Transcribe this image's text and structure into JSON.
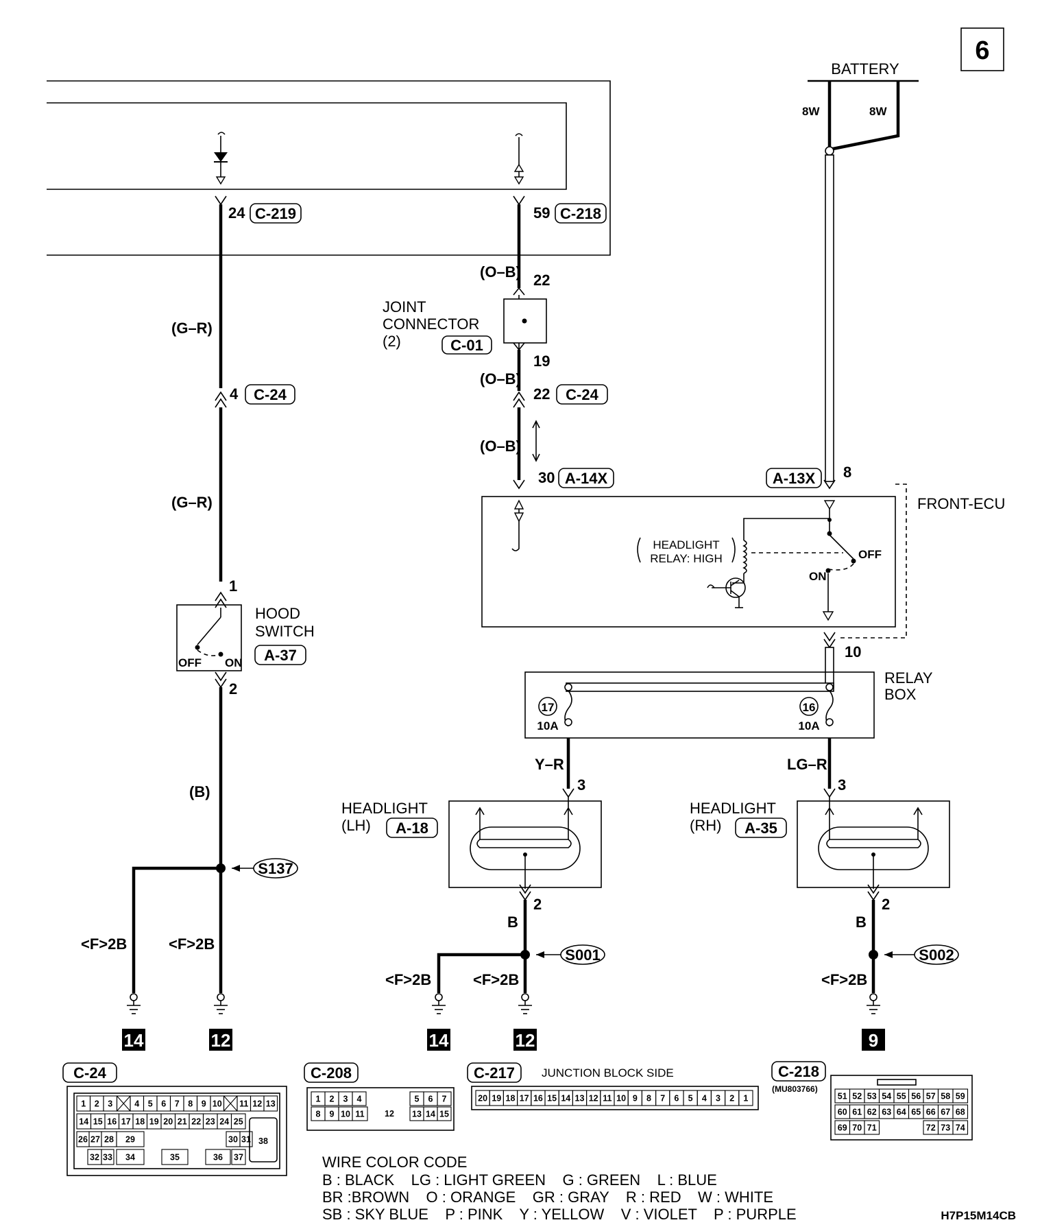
{
  "page_number": "6",
  "battery": {
    "label": "BATTERY",
    "wire_left": "8W",
    "wire_right": "8W"
  },
  "upper_module": {
    "left_pin": "24",
    "left_connector": "C-219",
    "right_pin": "59",
    "right_connector": "C-218"
  },
  "joint_connector": {
    "label_line1": "JOINT",
    "label_line2": "CONNECTOR",
    "label_line3": "(2)",
    "connector": "C-01",
    "pin_in": "22",
    "pin_out": "19"
  },
  "wires": {
    "g_r_1": "(G–R)",
    "g_r_2": "(G–R)",
    "b_hood": "(B)",
    "o_b_1": "(O–B)",
    "o_b_2": "(O–B)",
    "o_b_3": "(O–B)",
    "y_r": "Y–R",
    "lg_r": "LG–R",
    "b_lh": "B",
    "b_rh": "B"
  },
  "c24_left": {
    "pin": "4",
    "connector": "C-24"
  },
  "c24_right": {
    "pin": "22",
    "connector": "C-24"
  },
  "a14x": {
    "pin": "30",
    "connector": "A-14X"
  },
  "a13x": {
    "pin": "8",
    "connector": "A-13X"
  },
  "front_ecu": {
    "label": "FRONT-ECU",
    "relay_line1": "HEADLIGHT",
    "relay_line2": "RELAY: HIGH",
    "sw_off": "OFF",
    "sw_on": "ON",
    "pin_out": "10"
  },
  "hood_switch": {
    "label_line1": "HOOD",
    "label_line2": "SWITCH",
    "connector": "A-37",
    "pin_top": "1",
    "pin_bottom": "2",
    "sw_off": "OFF",
    "sw_on": "ON"
  },
  "relay_box": {
    "label_line1": "RELAY",
    "label_line2": "BOX",
    "fuse_left_num": "17",
    "fuse_left_amp": "10A",
    "fuse_right_num": "16",
    "fuse_right_amp": "10A"
  },
  "headlight_lh": {
    "label_line1": "HEADLIGHT",
    "label_line2": "(LH)",
    "connector": "A-18",
    "pin_in": "3",
    "pin_out": "2"
  },
  "headlight_rh": {
    "label_line1": "HEADLIGHT",
    "label_line2": "(RH)",
    "connector": "A-35",
    "pin_in": "3",
    "pin_out": "2"
  },
  "splices": {
    "s137": "S137",
    "s001": "S001",
    "s002": "S002"
  },
  "ground_wires": {
    "g1": "<F>2B",
    "g2": "<F>2B",
    "g3": "<F>2B",
    "g4": "<F>2B",
    "g5": "<F>2B"
  },
  "grounds": {
    "g1": "14",
    "g2": "12",
    "g3": "14",
    "g4": "12",
    "g5": "9"
  },
  "connector_views": {
    "c24": {
      "label": "C-24",
      "row1": [
        "1",
        "2",
        "3",
        "",
        "4",
        "5",
        "6",
        "7",
        "8",
        "9",
        "10",
        "",
        "11",
        "12",
        "13"
      ],
      "row2": [
        "14",
        "15",
        "16",
        "17",
        "18",
        "19",
        "20",
        "21",
        "22",
        "23",
        "24",
        "25"
      ],
      "row3": [
        "26",
        "27",
        "28",
        "29",
        "30",
        "31"
      ],
      "row4": [
        "32",
        "33",
        "34",
        "35",
        "36",
        "37"
      ],
      "big": "38"
    },
    "c208": {
      "label": "C-208",
      "row1": [
        "1",
        "2",
        "3",
        "4",
        "5",
        "6",
        "7"
      ],
      "row2": [
        "8",
        "9",
        "10",
        "11",
        "13",
        "14",
        "15"
      ],
      "center": "12"
    },
    "c217": {
      "label": "C-217",
      "caption": "JUNCTION BLOCK SIDE",
      "row": [
        "20",
        "19",
        "18",
        "17",
        "16",
        "15",
        "14",
        "13",
        "12",
        "11",
        "10",
        "9",
        "8",
        "7",
        "6",
        "5",
        "4",
        "3",
        "2",
        "1"
      ]
    },
    "c218": {
      "label": "C-218",
      "part": "(MU803766)",
      "row1": [
        "51",
        "52",
        "53",
        "54",
        "55",
        "56",
        "57",
        "58",
        "59"
      ],
      "row2": [
        "60",
        "61",
        "62",
        "63",
        "64",
        "65",
        "66",
        "67",
        "68"
      ],
      "row3": [
        "69",
        "70",
        "71",
        "72",
        "73",
        "74"
      ]
    }
  },
  "legend": {
    "title": "WIRE COLOR CODE",
    "line1": "B : BLACK    LG : LIGHT GREEN    G : GREEN    L : BLUE",
    "line2": "BR :BROWN    O : ORANGE    GR : GRAY    R : RED    W : WHITE",
    "line3": "SB : SKY BLUE    P : PINK    Y : YELLOW    V : VIOLET    P : PURPLE"
  },
  "code": "H7P15M14CB"
}
